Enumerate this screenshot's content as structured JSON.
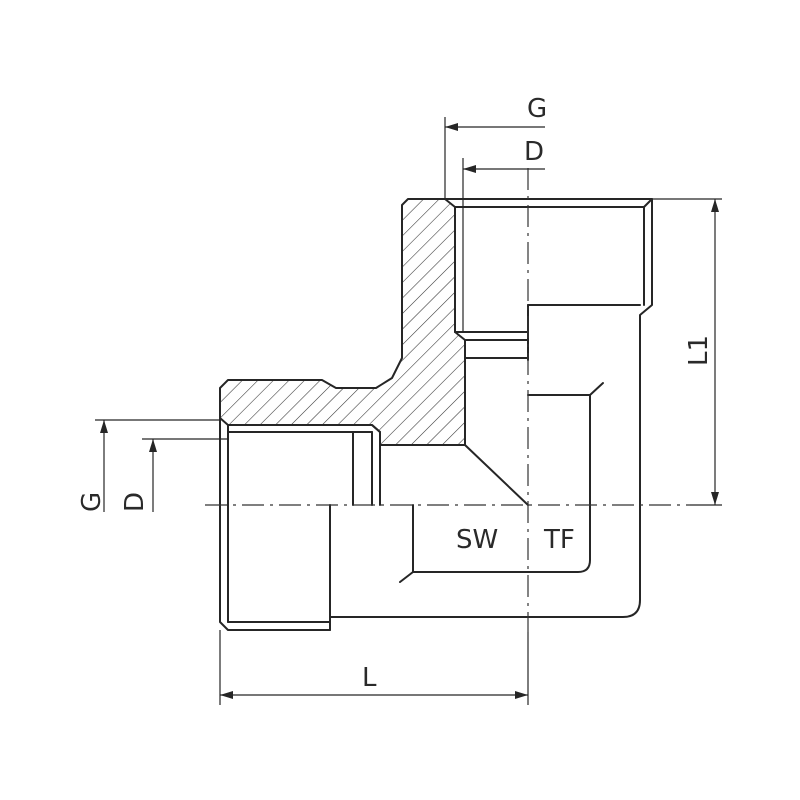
{
  "labels": {
    "g_top": "G",
    "d_top": "D",
    "l1": "L1",
    "g_left": "G",
    "d_left": "D",
    "sw": "SW",
    "tf": "TF",
    "l": "L"
  }
}
